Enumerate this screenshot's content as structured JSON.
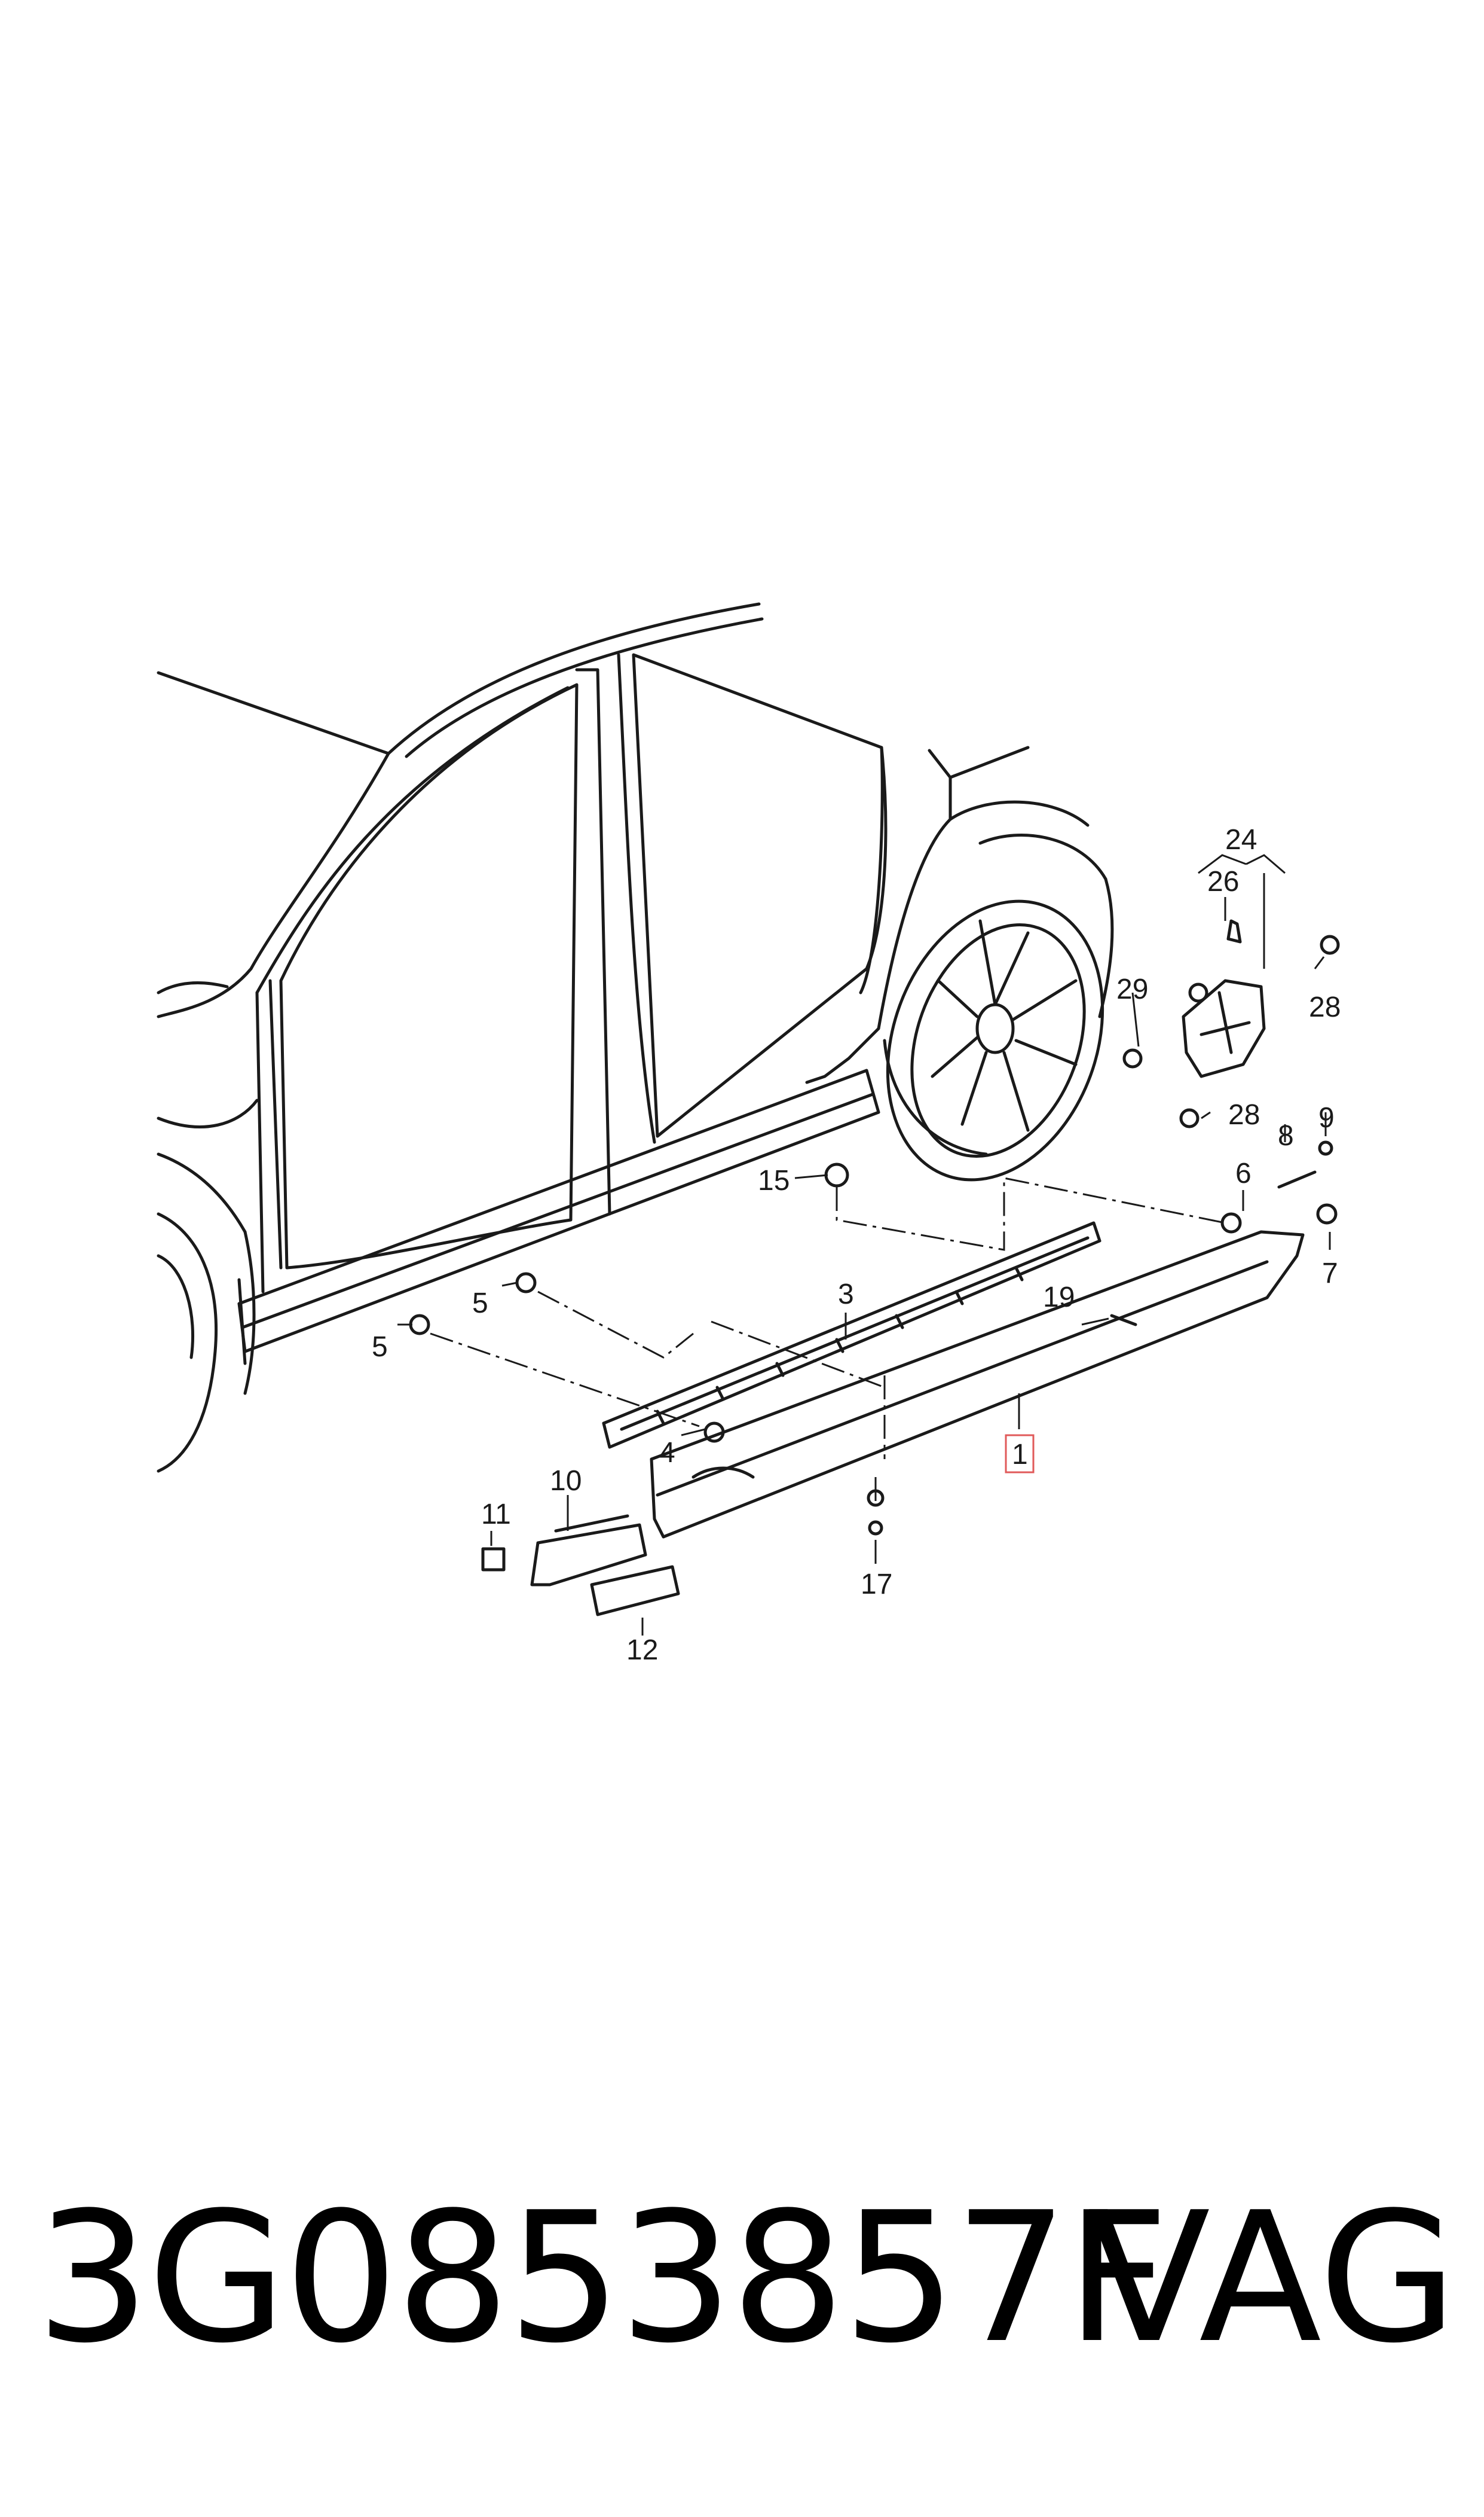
{
  "diagram": {
    "callouts": {
      "c1": "1",
      "c3": "3",
      "c4": "4",
      "c5a": "5",
      "c5b": "5",
      "c6": "6",
      "c7": "7",
      "c8": "8",
      "c9": "9",
      "c10": "10",
      "c11": "11",
      "c12": "12",
      "c15": "15",
      "c17": "17",
      "c19": "19",
      "c24": "24",
      "c26": "26",
      "c28a": "28",
      "c28b": "28",
      "c29": "29"
    },
    "highlight_color": "#e05a5a"
  },
  "footer": {
    "part_number": "3G0853857F",
    "brand": "VAG"
  }
}
